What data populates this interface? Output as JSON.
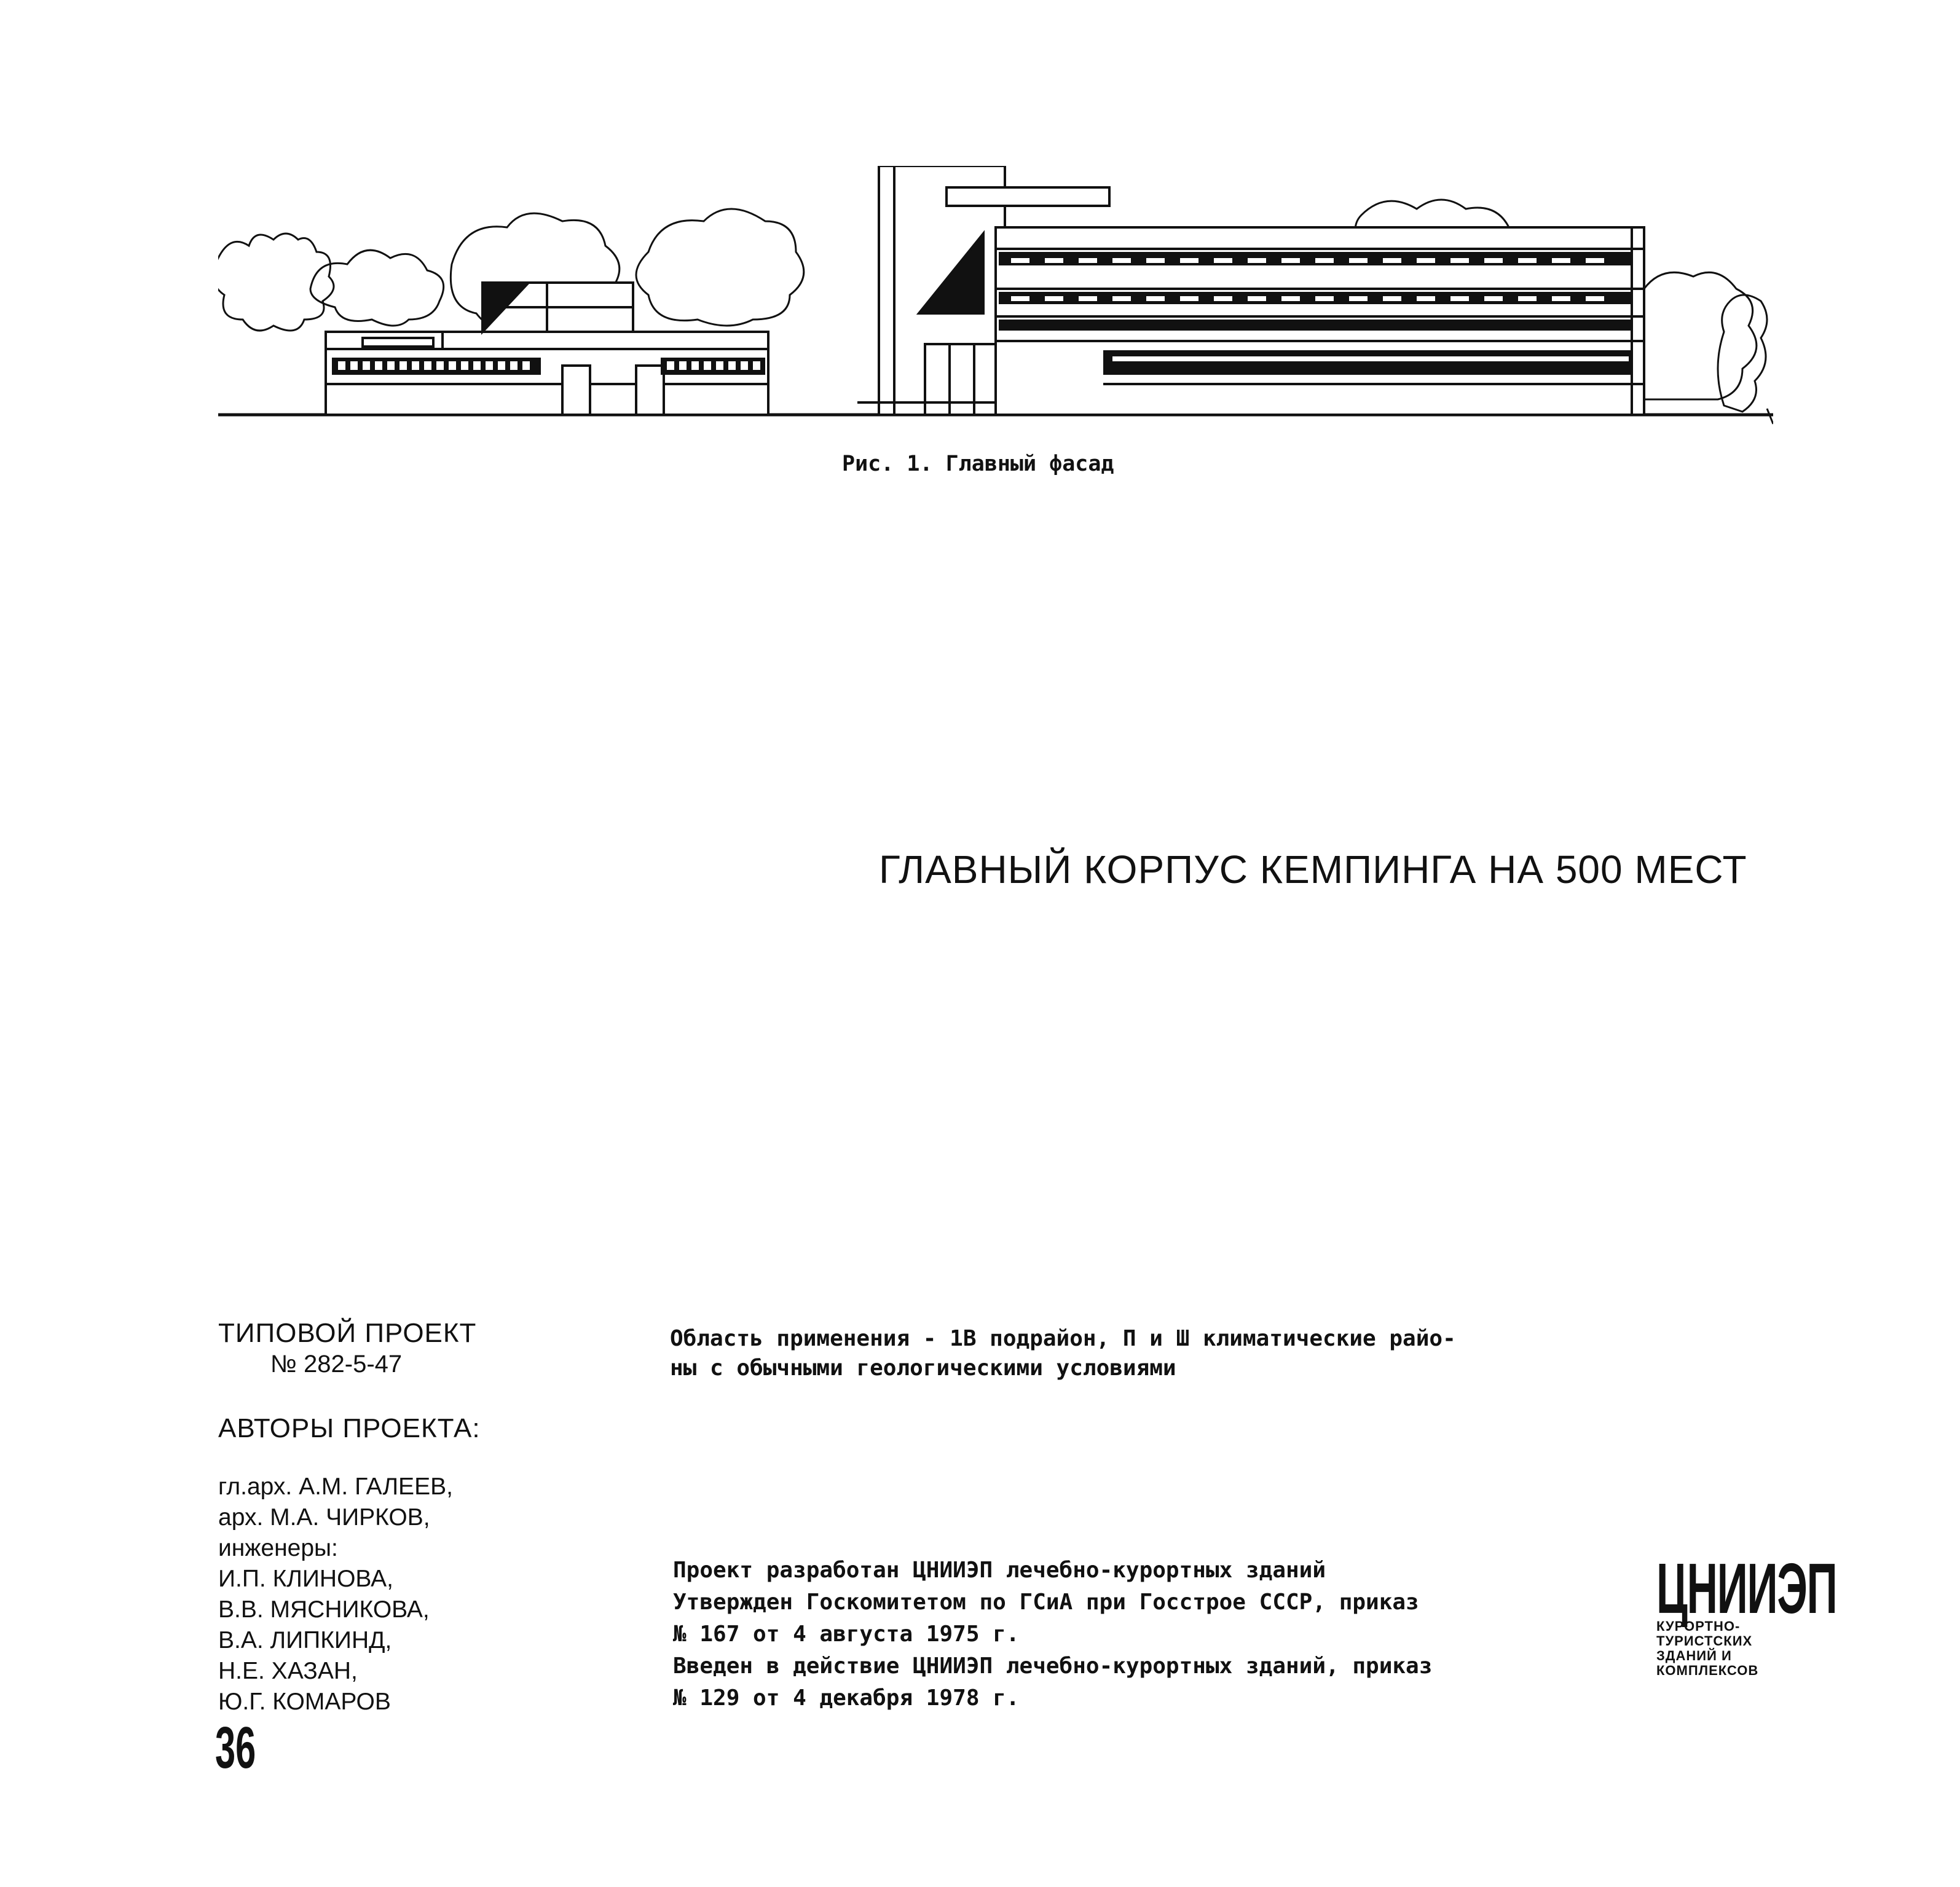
{
  "figure": {
    "caption": "Рис. 1. Главный фасад"
  },
  "title": "ГЛАВНЫЙ КОРПУС КЕМПИНГА НА 500 МЕСТ",
  "project": {
    "label": "ТИПОВОЙ ПРОЕКТ",
    "number": "№ 282-5-47"
  },
  "authors": {
    "heading": "АВТОРЫ ПРОЕКТА:",
    "lines": [
      "гл.арх. А.М. ГАЛЕЕВ,",
      "арх. М.А. ЧИРКОВ,",
      "инженеры:",
      "И.П. КЛИНОВА,",
      "В.В. МЯСНИКОВА,",
      "В.А. ЛИПКИНД,",
      "Н.Е. ХАЗАН,",
      "Ю.Г. КОМАРОВ"
    ]
  },
  "scope": {
    "line1": "Область применения - 1В подрайон, П и Ш климатические райо-",
    "line2": "ны с обычными геологическими условиями"
  },
  "development": {
    "lines": [
      "Проект разработан ЦНИИЭП лечебно-курортных зданий",
      "Утвержден Госкомитетом по ГСиА при Госстрое СССР, приказ",
      "№ 167 от 4 августа 1975 г.",
      "Введен в действие ЦНИИЭП лечебно-курортных зданий, приказ",
      "№ 129 от 4 декабря 1978 г."
    ]
  },
  "page_number": "36",
  "logo": {
    "mark": "ЦНИИЭП",
    "subtitle": [
      "КУРОРТНО-",
      "ТУРИСТСКИХ",
      "ЗДАНИЙ И",
      "КОМПЛЕКСОВ"
    ]
  }
}
